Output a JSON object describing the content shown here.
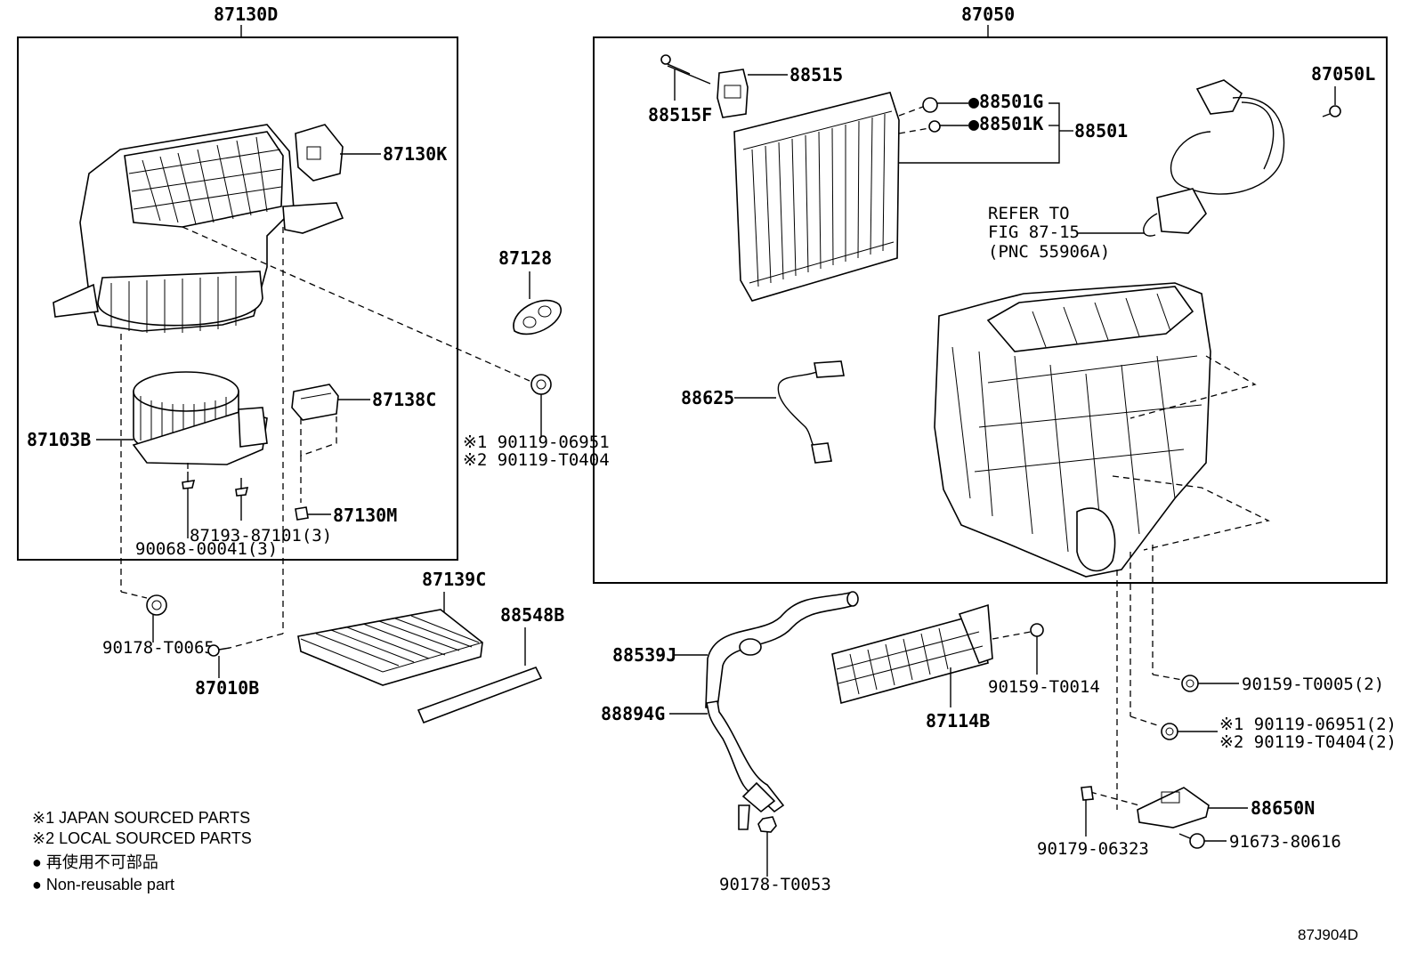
{
  "left_group": {
    "title": "87130D",
    "labels": {
      "p87130K": "87130K",
      "p87128": "87128",
      "p87138C": "87138C",
      "p87103B": "87103B",
      "p87130M": "87130M",
      "p87193": "87193-87101(3)",
      "p90068": "90068-00041(3)",
      "p90119a": "※1 90119-06951",
      "p90119b": "※2 90119-T0404",
      "p90178a": "90178-T0065",
      "p87010B": "87010B",
      "p87139C": "87139C",
      "p88548B": "88548B"
    }
  },
  "right_group": {
    "title": "87050",
    "labels": {
      "p88515": "88515",
      "p88515F": "88515F",
      "p88501G": "●88501G",
      "p88501K": "●88501K",
      "p88501": "88501",
      "p87050L": "87050L",
      "refer1": "REFER TO",
      "refer2": "FIG 87-15",
      "refer3": "(PNC 55906A)",
      "p88625": "88625"
    }
  },
  "bottom_group": {
    "labels": {
      "p88539J": "88539J",
      "p88894G": "88894G",
      "p90178b": "90178-T0053",
      "p87114B": "87114B",
      "p90159a": "90159-T0014",
      "p90159b": "90159-T0005(2)",
      "p90119c": "※1 90119-06951(2)",
      "p90119d": "※2 90119-T0404(2)",
      "p88650N": "88650N",
      "p90179": "90179-06323",
      "p91673": "91673-80616"
    }
  },
  "legend": {
    "note1": "※1 JAPAN SOURCED PARTS",
    "note2": "※2 LOCAL SOURCED PARTS",
    "note3": "● 再使用不可部品",
    "note4": "● Non-reusable part"
  },
  "diagram_code": "87J904D"
}
